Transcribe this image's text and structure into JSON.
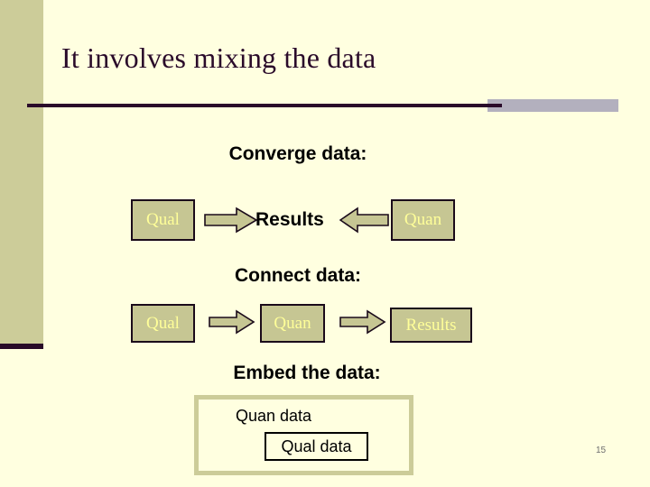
{
  "slide": {
    "title": "It involves mixing the data",
    "page_number": "15",
    "colors": {
      "background": "#FFFFE0",
      "sidebar": "#CCCC99",
      "title_text": "#2A0A2A",
      "rule_dark": "#2A0A2A",
      "rule_grey": "#B3B0BE",
      "box_fill": "#C6C693",
      "box_border": "#1A0A1A",
      "box_text": "#FFFF99",
      "heading_text": "#000000",
      "embed_border": "#CCCC99",
      "page_number_text": "#6E6E6E"
    }
  },
  "sections": {
    "converge": {
      "heading": "Converge data:",
      "left_box": "Qual",
      "center_label": "Results",
      "right_box": "Quan",
      "arrow_left_to_center": "arrow-right-icon",
      "arrow_right_to_center": "arrow-left-icon"
    },
    "connect": {
      "heading": "Connect data:",
      "box_1": "Qual",
      "box_2": "Quan",
      "box_3": "Results",
      "arrow_1": "arrow-right-icon",
      "arrow_2": "arrow-right-icon"
    },
    "embed": {
      "heading": "Embed the data:",
      "outer_label": "Quan data",
      "inner_label": "Qual data"
    }
  }
}
